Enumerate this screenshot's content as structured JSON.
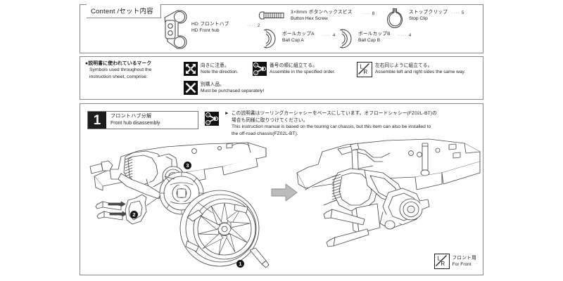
{
  "document": {
    "kind": "assembly-instruction-sheet"
  },
  "contents": {
    "tab_label": "Content /セット内容",
    "parts": [
      {
        "icon": "hd-front-hub-part",
        "jp": "HD フロントハブ",
        "en": "HD Front hub",
        "dots": "····",
        "qty": "2"
      },
      {
        "icon": "button-hex-screw-part",
        "jp": "3×8mm ボタンヘックスビス",
        "en": "Button Hex Screw",
        "dots": "····",
        "qty": "8"
      },
      {
        "icon": "stop-clip-part",
        "jp": "ストップクリップ",
        "en": "Stop Clip",
        "dots": "····",
        "qty": "5"
      },
      {
        "icon": "ball-cup-a-part",
        "jp": "ボールカップA",
        "en": "Ball Cup A",
        "dots": "····",
        "qty": "4"
      },
      {
        "icon": "ball-cup-b-part",
        "jp": "ボールカップB",
        "en": "Ball Cup B",
        "dots": "····",
        "qty": "4"
      }
    ]
  },
  "symbols": {
    "heading_jp": "●説明書に使われているマーク",
    "heading_en_1": "Symbols used throughout the",
    "heading_en_2": "instruction sheet, comprise:",
    "entries": [
      {
        "icon": "direction-arrows-icon",
        "jp": "向きに注意。",
        "en": "Note the direction."
      },
      {
        "icon": "numbered-order-icon",
        "jp": "番号の順に組立てる。",
        "en": "Assemble in the specified order."
      },
      {
        "icon": "left-right-icon",
        "jp": "左右同じように組立てる。",
        "en": "Assemble left and right sides the same way."
      },
      {
        "icon": "x-mark-icon",
        "jp": "別購入品。",
        "en": "Must be purchased separately!"
      }
    ]
  },
  "step": {
    "number": "1",
    "title_jp": "フロントハブ分解",
    "title_en": "Front hub disassembly",
    "order_icon": "numbered-order-icon",
    "note": {
      "arrow": "►",
      "jp_line1": "この説明書はツーリングカーシャシーをベースにしています。オフロードシャシー(FZ02L-BT)の",
      "jp_line2": "場合も同様に取りつけてください。",
      "en_line1": "This instruction manual is based on the touring car chassis, but this item can also be installed to",
      "en_line2": "the off-road chassis(FZ02L-BT)."
    },
    "callouts": [
      "1",
      "2",
      "3"
    ],
    "transition_arrow": "right-arrow",
    "for_front": {
      "icon": "left-right-icon",
      "jp": "フロント用",
      "en": "For Front"
    }
  },
  "colors": {
    "frame": "#888888",
    "ink": "#1a1a1a",
    "black_badge": "#1d1d1d",
    "arrow_fill": "#b9b9b9",
    "line": "#4a4a4a"
  }
}
